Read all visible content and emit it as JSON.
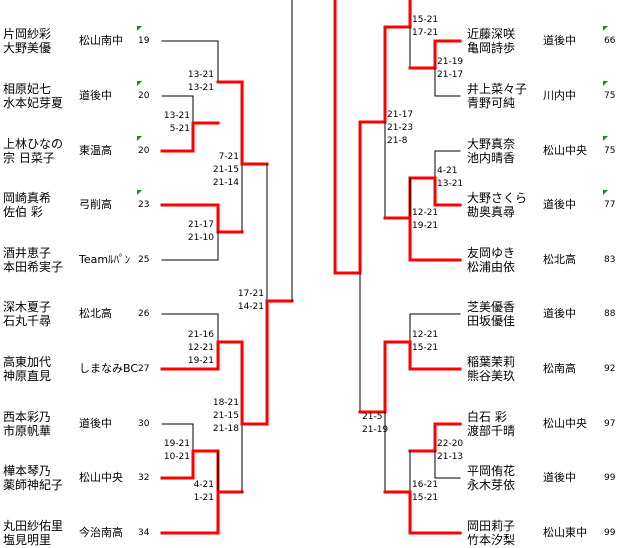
{
  "colors": {
    "winner_line": "#ff0000",
    "loser_line": "#000000",
    "flag": "#1a8a1a"
  },
  "left_entries": [
    {
      "players": [
        "片岡紗彩",
        "大野美優"
      ],
      "team": "松山南中",
      "seed": "19",
      "flag": true
    },
    {
      "players": [
        "相原妃七",
        "水本妃芽夏"
      ],
      "team": "道後中",
      "seed": "20",
      "flag": true
    },
    {
      "players": [
        "上林ひなの",
        "宗 日菜子"
      ],
      "team": "東温高",
      "seed": "20",
      "flag": true
    },
    {
      "players": [
        "岡崎真希",
        "佐伯 彩"
      ],
      "team": "弓削高",
      "seed": "23",
      "flag": true
    },
    {
      "players": [
        "酒井恵子",
        "本田希実子"
      ],
      "team": "Teamﾙﾊﾟﾝ",
      "seed": "25",
      "flag": false
    },
    {
      "players": [
        "深木夏子",
        "石丸千尋"
      ],
      "team": "松北高",
      "seed": "26",
      "flag": false
    },
    {
      "players": [
        "高東加代",
        "神原直見"
      ],
      "team": "しまなみBC",
      "seed": "27",
      "flag": false
    },
    {
      "players": [
        "西本彩乃",
        "市原帆華"
      ],
      "team": "道後中",
      "seed": "30",
      "flag": false
    },
    {
      "players": [
        "樺本琴乃",
        "薬師神紀子"
      ],
      "team": "松山中央",
      "seed": "32",
      "flag": false
    },
    {
      "players": [
        "丸田紗佑里",
        "塩見明里"
      ],
      "team": "今治南高",
      "seed": "34",
      "flag": false
    }
  ],
  "right_entries": [
    {
      "players": [
        "近藤深咲",
        "亀岡詩歩"
      ],
      "team": "道後中",
      "seed": "66",
      "flag": true
    },
    {
      "players": [
        "井上菜々子",
        "青野可純"
      ],
      "team": "川内中",
      "seed": "75",
      "flag": true
    },
    {
      "players": [
        "大野真奈",
        "池内晴香"
      ],
      "team": "松山中央",
      "seed": "75",
      "flag": true
    },
    {
      "players": [
        "大野さくら",
        "勘奥真尋"
      ],
      "team": "道後中",
      "seed": "77",
      "flag": true
    },
    {
      "players": [
        "友岡ゆき",
        "松浦由依"
      ],
      "team": "松北高",
      "seed": "83",
      "flag": false
    },
    {
      "players": [
        "芝美優香",
        "田坂優佳"
      ],
      "team": "道後中",
      "seed": "88",
      "flag": false
    },
    {
      "players": [
        "稲葉茉莉",
        "熊谷美玖"
      ],
      "team": "松南高",
      "seed": "92",
      "flag": false
    },
    {
      "players": [
        "白石 彩",
        "渡部千晴"
      ],
      "team": "松山中央",
      "seed": "97",
      "flag": false
    },
    {
      "players": [
        "平岡侑花",
        "永木芽依"
      ],
      "team": "道後中",
      "seed": "99",
      "flag": false
    },
    {
      "players": [
        "岡田莉子",
        "竹本汐梨"
      ],
      "team": "松山東中",
      "seed": "99",
      "flag": false
    }
  ],
  "scores": {
    "l_r1_a": [
      "13-21",
      "5-21"
    ],
    "l_r2_a": [
      "13-21",
      "13-21"
    ],
    "l_r2_b": [
      "21-17",
      "21-10"
    ],
    "l_r3_a": [
      "7-21",
      "21-15",
      "21-14"
    ],
    "l_r2_c": [
      "21-16",
      "12-21",
      "19-21"
    ],
    "l_r1_b": [
      "19-21",
      "10-21"
    ],
    "l_r2_d": [
      "4-21",
      "1-21"
    ],
    "l_r3_b": [
      "18-21",
      "21-15",
      "21-18"
    ],
    "l_semi": [
      "17-21",
      "14-21"
    ],
    "r_top": [
      "15-21",
      "17-21"
    ],
    "r_r1_a": [
      "21-19",
      "21-17"
    ],
    "r_r3_a": [
      "21-17",
      "21-23",
      "21-8"
    ],
    "r_r1_b": [
      "4-21",
      "13-21"
    ],
    "r_r2_b": [
      "12-21",
      "19-21"
    ],
    "r_r2_c": [
      "12-21",
      "15-21"
    ],
    "r_r3_b": [
      "21-5",
      "21-19"
    ],
    "r_r1_c": [
      "22-20",
      "21-13"
    ],
    "r_r2_d": [
      "16-21",
      "15-21"
    ]
  }
}
